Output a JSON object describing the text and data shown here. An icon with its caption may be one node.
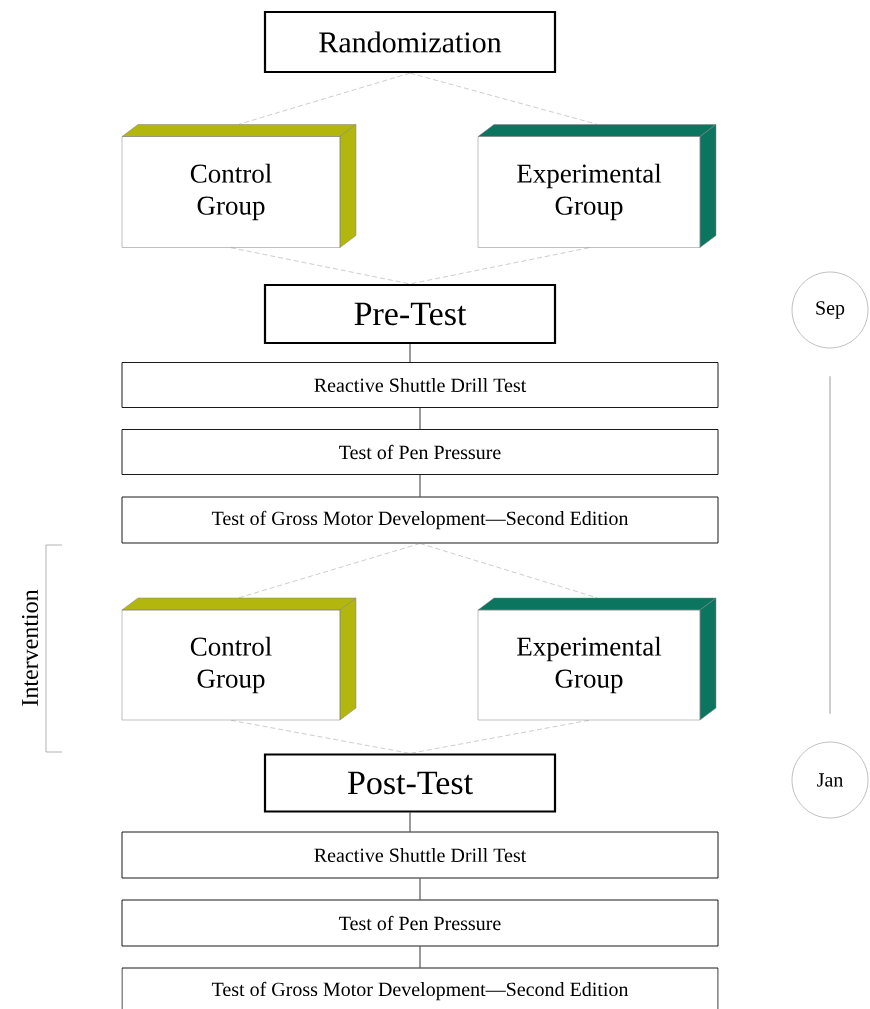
{
  "diagram": {
    "nodes": [
      {
        "text": [
          "Randomization"
        ]
      },
      {
        "text": [
          "Control Group"
        ]
      },
      {
        "text": [
          "Experimental Group"
        ]
      },
      {
        "text": [
          "Pre-Test"
        ]
      },
      {
        "text": [
          "Reactive Shuttle Drill Test"
        ]
      },
      {
        "text": [
          "Test of Pen Pressure"
        ]
      },
      {
        "text": [
          "Test of Gross Motor Development—Second Edition"
        ]
      },
      {
        "text": [
          "Control Group"
        ]
      },
      {
        "text": [
          "Experimental Group"
        ]
      },
      {
        "text": [
          "Post-Test"
        ]
      },
      {
        "text": [
          "Reactive Shuttle Drill Test"
        ]
      },
      {
        "text": [
          "Test of Pen Pressure"
        ]
      },
      {
        "text": [
          "Test of Gross Motor Development—Second Edition"
        ]
      },
      {
        "text": [
          "Sep"
        ]
      },
      {
        "text": [
          "Jan"
        ]
      }
    ],
    "edges": [
      {
        "from": 0,
        "to": 1,
        "arrow": "none",
        "style": "dashed"
      },
      {
        "from": 0,
        "to": 2,
        "arrow": "none",
        "style": "dashed"
      },
      {
        "from": 1,
        "to": 3,
        "arrow": "none",
        "style": "dashed"
      },
      {
        "from": 2,
        "to": 3,
        "arrow": "none",
        "style": "dashed"
      },
      {
        "from": 3,
        "to": 4,
        "arrow": "none",
        "color": "#000000"
      },
      {
        "from": 4,
        "to": 5,
        "arrow": "none",
        "color": "#000000"
      },
      {
        "from": 5,
        "to": 6,
        "arrow": "none",
        "color": "#000000"
      },
      {
        "from": 6,
        "to": 7,
        "arrow": "none",
        "style": "dashed"
      },
      {
        "from": 6,
        "to": 8,
        "arrow": "none",
        "style": "dashed"
      },
      {
        "from": 7,
        "to": 9,
        "arrow": "none",
        "style": "dashed"
      },
      {
        "from": 8,
        "to": 9,
        "arrow": "none",
        "style": "dashed"
      },
      {
        "from": 9,
        "to": 10,
        "arrow": "none",
        "color": "#000000"
      },
      {
        "from": 10,
        "to": 11,
        "arrow": "none",
        "color": "#000000"
      },
      {
        "from": 11,
        "to": 12,
        "arrow": "none",
        "color": "#000000"
      },
      {
        "from": 13,
        "to": 14,
        "arrow": "none"
      }
    ],
    "labels": [
      "Intervention"
    ]
  }
}
